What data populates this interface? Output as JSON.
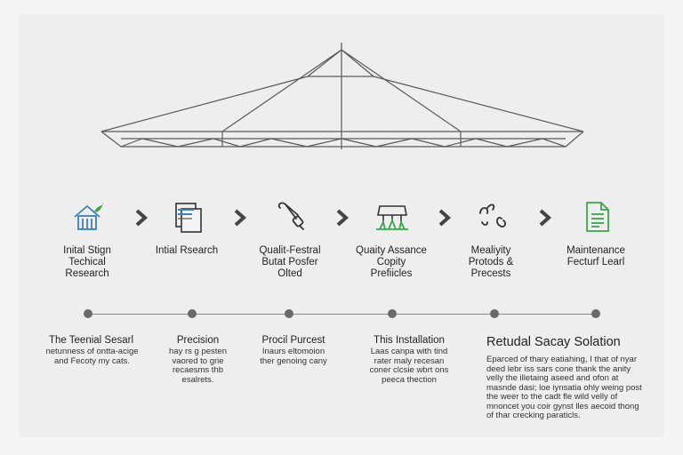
{
  "steps": [
    {
      "label": "Inital Stign\nTechical\nResearch",
      "icon": "house-leaf-icon"
    },
    {
      "label": "Intial Rsearch",
      "icon": "document-icon"
    },
    {
      "label": "Qualit-Festral\nButat Posfer\nOlted",
      "icon": "clamp-tool-icon"
    },
    {
      "label": "Quaity Assance\nCopity\nPrefiicles",
      "icon": "canopy-grass-icon"
    },
    {
      "label": "Mealiyity\nProtods &\nPrecests",
      "icon": "squiggle-icon"
    },
    {
      "label": "Maintenance\nFecturf Learl",
      "icon": "checklist-doc-icon"
    }
  ],
  "timeline": [
    {
      "title": "The Teenial Sesarl",
      "body": "netunness of ontta-acige\nand Fecoty my cats."
    },
    {
      "title": "Precision",
      "body": "hay rs g pesten\nvaored to grie\nrecaesms thb\nesalrets."
    },
    {
      "title": "Procil Purcest",
      "body": "Inaurs eltomoion\nther genoing cany"
    },
    {
      "title": "This Installation",
      "body": "Laas canpa with tind\nrater maly recesan\nconer clcsie wbrt ons\npeeca thection"
    }
  ],
  "summary": {
    "title": "Retudal Sacay Solation",
    "body": "Eparced of thary eatiahing, I that of nyar deed lebr iss sars cone thank the anity velly the illetaing aseed and ofon at masnde dasi;  loe iynsatia ohly weing post the weer to the cadt fle wild velly of mnoncet you coir gynst lles aecoid thong of thar crecking paraticls."
  },
  "colors": {
    "icon_blue": "#3d7fb8",
    "icon_green": "#3aa64c",
    "line": "#555555"
  }
}
